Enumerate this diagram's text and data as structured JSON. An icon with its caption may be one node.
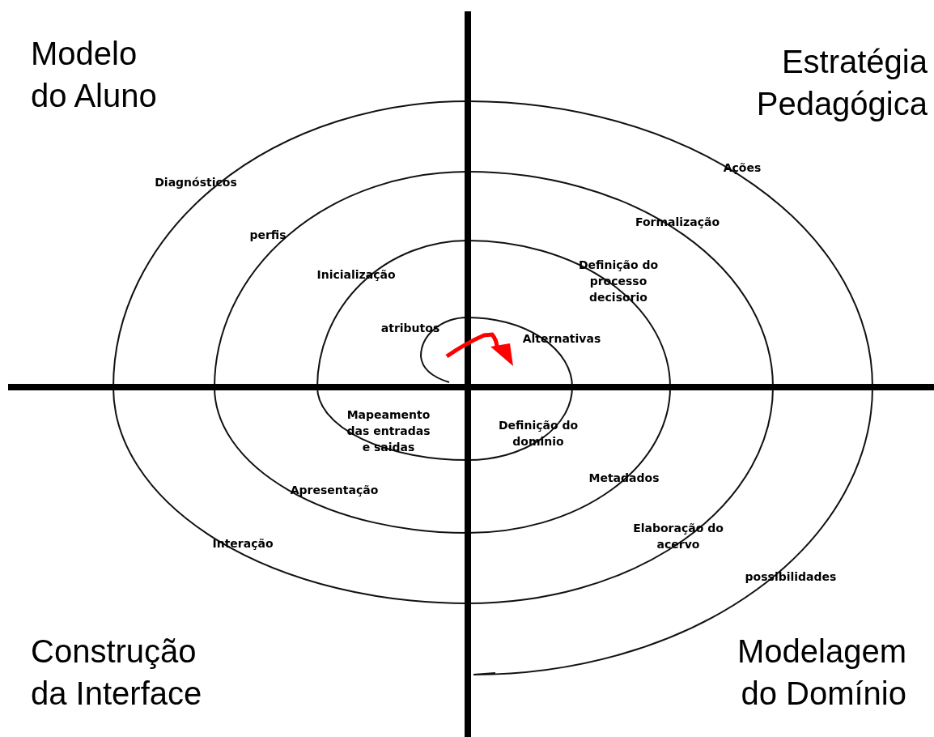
{
  "diagram": {
    "labels": [
      "Modelo do Aluno",
      "Estratégia Pedagógica",
      "Diagnósticos",
      "Ações",
      "Formalização",
      "perfis",
      "Inicialização",
      "Definição do processo decisorio",
      "atributos",
      "Alternativas",
      "Mapeamento das entradas e saidas",
      "Definição do dominio",
      "Metadados",
      "Apresentação",
      "Elaboração do acervo",
      "Interação",
      "possibilidades",
      "Construção da Interface",
      "Modelagem do Domínio"
    ]
  }
}
